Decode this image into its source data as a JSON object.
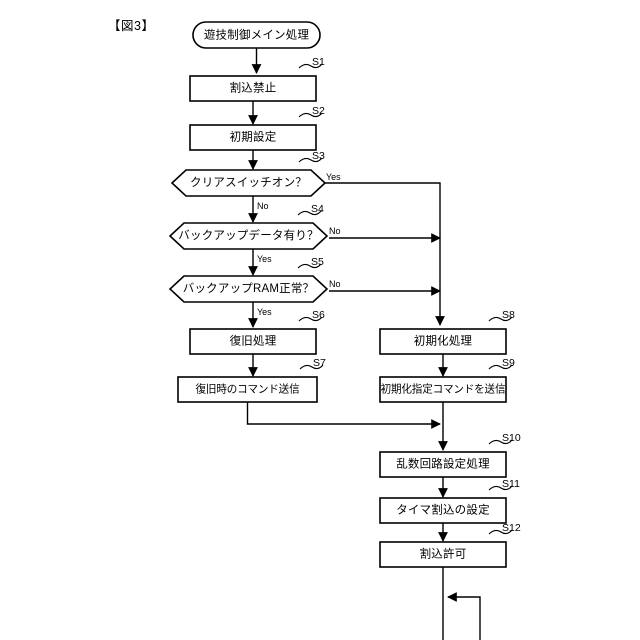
{
  "figure": {
    "caption": "【図3】",
    "title_terminal": "遊技制御メイン処理"
  },
  "colors": {
    "background": "#ffffff",
    "stroke": "#000000",
    "shape_fill": "#ffffff"
  },
  "nodes": [
    {
      "id": "start",
      "step": "",
      "type": "terminal",
      "label": "遊技制御メイン処理"
    },
    {
      "id": "s1",
      "step": "S1",
      "type": "process",
      "label": "割込禁止"
    },
    {
      "id": "s2",
      "step": "S2",
      "type": "process",
      "label": "初期設定"
    },
    {
      "id": "s3",
      "step": "S3",
      "type": "decision",
      "label": "クリアスイッチオン？"
    },
    {
      "id": "s4",
      "step": "S4",
      "type": "decision",
      "label": "バックアップデータ有り？"
    },
    {
      "id": "s5",
      "step": "S5",
      "type": "decision",
      "label": "バックアップRAM正常？"
    },
    {
      "id": "s6",
      "step": "S6",
      "type": "process",
      "label": "復旧処理"
    },
    {
      "id": "s7",
      "step": "S7",
      "type": "process",
      "label": "復旧時のコマンド送信"
    },
    {
      "id": "s8",
      "step": "S8",
      "type": "process",
      "label": "初期化処理"
    },
    {
      "id": "s9",
      "step": "S9",
      "type": "process",
      "label": "初期化指定コマンドを送信"
    },
    {
      "id": "s10",
      "step": "S10",
      "type": "process",
      "label": "乱数回路設定処理"
    },
    {
      "id": "s11",
      "step": "S11",
      "type": "process",
      "label": "タイマ割込の設定"
    },
    {
      "id": "s12",
      "step": "S12",
      "type": "process",
      "label": "割込許可"
    }
  ],
  "branch_labels": {
    "s3_yes": "Yes",
    "s3_no": "No",
    "s4_no": "No",
    "s4_yes": "Yes",
    "s5_no": "No",
    "s5_yes": "Yes"
  },
  "step_labels": {
    "s1": "S1",
    "s2": "S2",
    "s3": "S3",
    "s4": "S4",
    "s5": "S5",
    "s6": "S6",
    "s7": "S7",
    "s8": "S8",
    "s9": "S9",
    "s10": "S10",
    "s11": "S11",
    "s12": "S12"
  }
}
